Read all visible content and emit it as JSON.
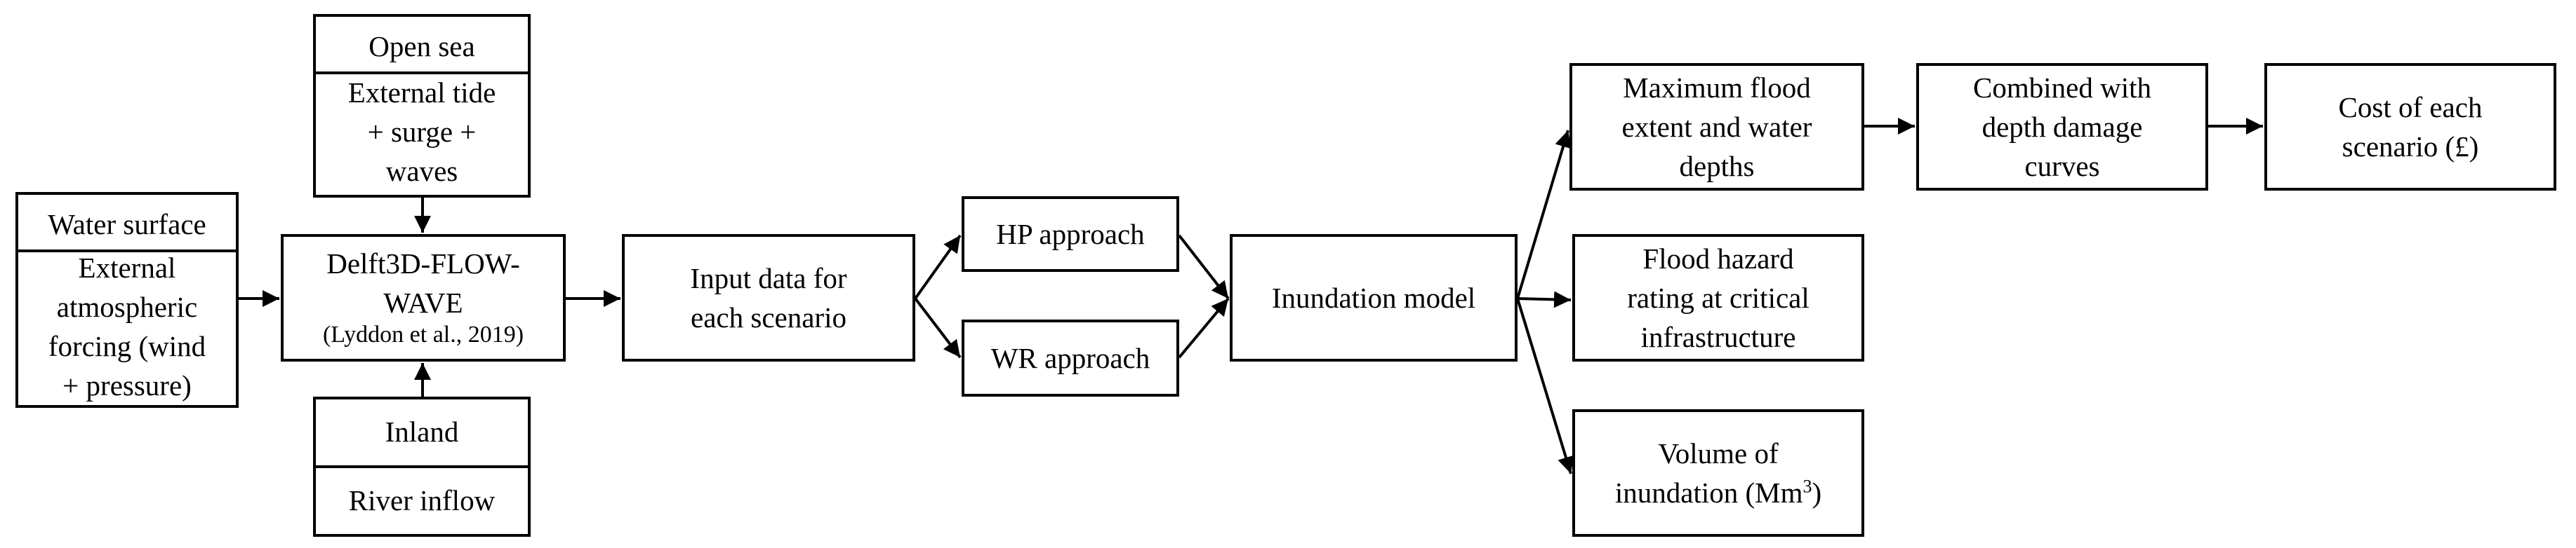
{
  "nodes": {
    "water_surface": {
      "header": "Water surface",
      "body": "External\natmospheric\nforcing (wind\n+ pressure)"
    },
    "open_sea": {
      "header": "Open sea",
      "body": "External tide\n+ surge +\nwaves"
    },
    "delft3d": {
      "title": "Delft3D-FLOW-\nWAVE",
      "citation": "(Lyddon et al., 2019)"
    },
    "inland": {
      "header": "Inland",
      "body": "River inflow"
    },
    "input_data": {
      "label": "Input data for\neach scenario"
    },
    "hp_approach": {
      "label": "HP approach"
    },
    "wr_approach": {
      "label": "WR approach"
    },
    "inundation_model": {
      "label": "Inundation model"
    },
    "max_flood": {
      "label": "Maximum flood\nextent and water\ndepths"
    },
    "flood_hazard": {
      "label": "Flood hazard\nrating at critical\ninfrastructure"
    },
    "volume": {
      "label_line1": "Volume of",
      "label_line2": "inundation (Mm",
      "superscript": "3",
      "closing": ")"
    },
    "combined": {
      "label": "Combined with\ndepth damage\ncurves"
    },
    "cost": {
      "label": "Cost of each\nscenario (£)"
    }
  }
}
